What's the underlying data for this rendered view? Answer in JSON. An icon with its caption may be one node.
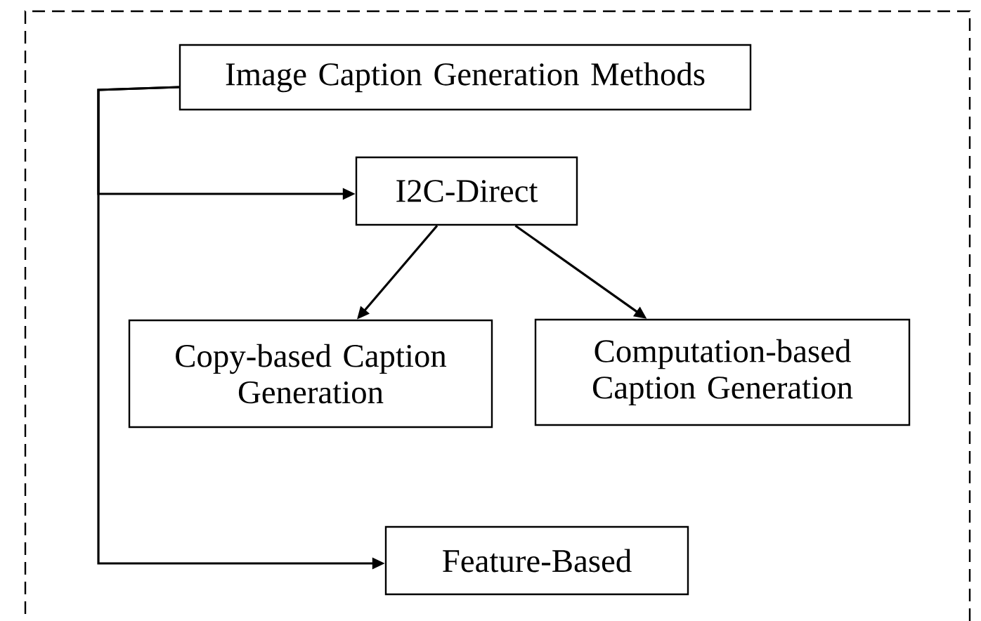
{
  "diagram": {
    "nodes": [
      {
        "text": [],
        "shape": "box"
      },
      {
        "text": [
          "Image Caption Generation Methods"
        ],
        "in": 0
      },
      {
        "text": [
          "I2C-Direct"
        ],
        "in": 0
      },
      {
        "text": [
          "Copy-based Caption Generation"
        ],
        "in": 0
      },
      {
        "text": [
          "Computation-based Caption Generation"
        ],
        "in": 0
      },
      {
        "text": [
          "Feature-Based"
        ],
        "in": 0
      }
    ],
    "edges": [
      {
        "from": 1,
        "to": 2,
        "arrow": "to"
      },
      {
        "from": 2,
        "to": 3,
        "arrow": "to"
      },
      {
        "from": 2,
        "to": 4,
        "arrow": "to"
      },
      {
        "from": 1,
        "to": 5,
        "arrow": "to"
      }
    ]
  }
}
